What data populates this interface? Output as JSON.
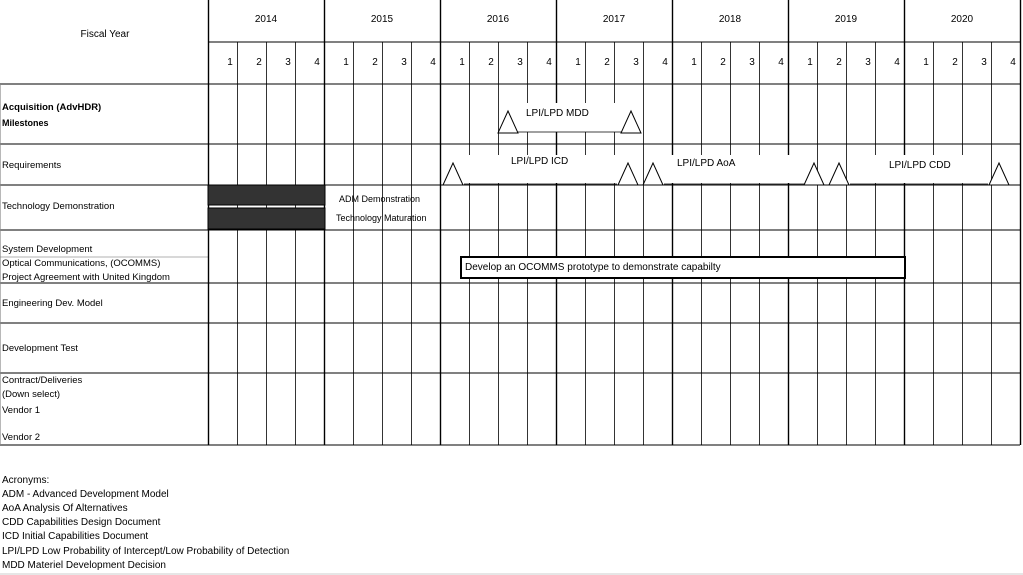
{
  "header": {
    "fiscal_year_label": "Fiscal Year",
    "years": [
      "2014",
      "2015",
      "2016",
      "2017",
      "2018",
      "2019",
      "2020"
    ],
    "quarters": [
      "1",
      "2",
      "3",
      "4"
    ]
  },
  "rows": {
    "acquisition_line1": "Acquisition  (AdvHDR)",
    "acquisition_line2": "Milestones",
    "requirements": "Requirements",
    "tech_demo": "Technology Demonstration",
    "sysdev_line1": "System Development",
    "sysdev_line2": "Optical Communications, (OCOMMS)",
    "sysdev_line3": "Project Agreement with United Kingdom",
    "edm": "Engineering Dev. Model",
    "dev_test": "Development Test",
    "contract_line1": "Contract/Deliveries",
    "contract_line2": "(Down select)",
    "vendor1": "Vendor 1",
    "vendor2": "Vendor 2"
  },
  "annotations": {
    "mdd": "LPI/LPD MDD",
    "icd": "LPI/LPD ICD",
    "aoa": "LPI/LPD AoA",
    "cdd": "LPI/LPD CDD",
    "adm_demo": "ADM Demonstration",
    "tech_maturation": "Technology Maturation",
    "ocomms_bar": "Develop  an OCOMMS  prototype  to demonstrate  capabilty"
  },
  "acronyms": {
    "title": "Acronyms:",
    "items": [
      "ADM - Advanced Development Model",
      "AoA Analysis Of Alternatives",
      "CDD Capabilities Design Document",
      "ICD Initial Capabilities Document",
      "LPI/LPD Low Probability of Intercept/Low Probability of Detection",
      "MDD Materiel Development Decision"
    ]
  },
  "colors": {
    "grid": "#000000",
    "filled_bar": "#333333"
  }
}
